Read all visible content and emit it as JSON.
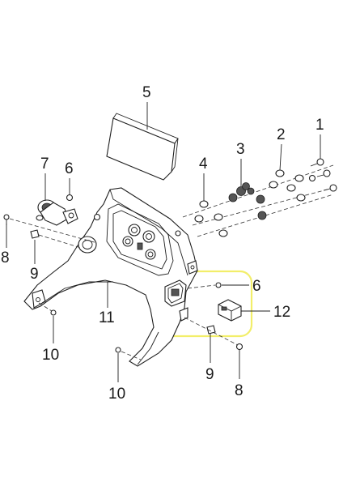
{
  "callouts": {
    "c1": "1",
    "c2": "2",
    "c3": "3",
    "c4": "4",
    "c5": "5",
    "c6a": "6",
    "c6b": "6",
    "c7": "7",
    "c8a": "8",
    "c8b": "8",
    "c9a": "9",
    "c9b": "9",
    "c10a": "10",
    "c10b": "10",
    "c11": "11",
    "c12": "12"
  },
  "colors": {
    "highlight_box": "#f2ee6a",
    "line": "#1f1f1f",
    "background": "#ffffff"
  }
}
